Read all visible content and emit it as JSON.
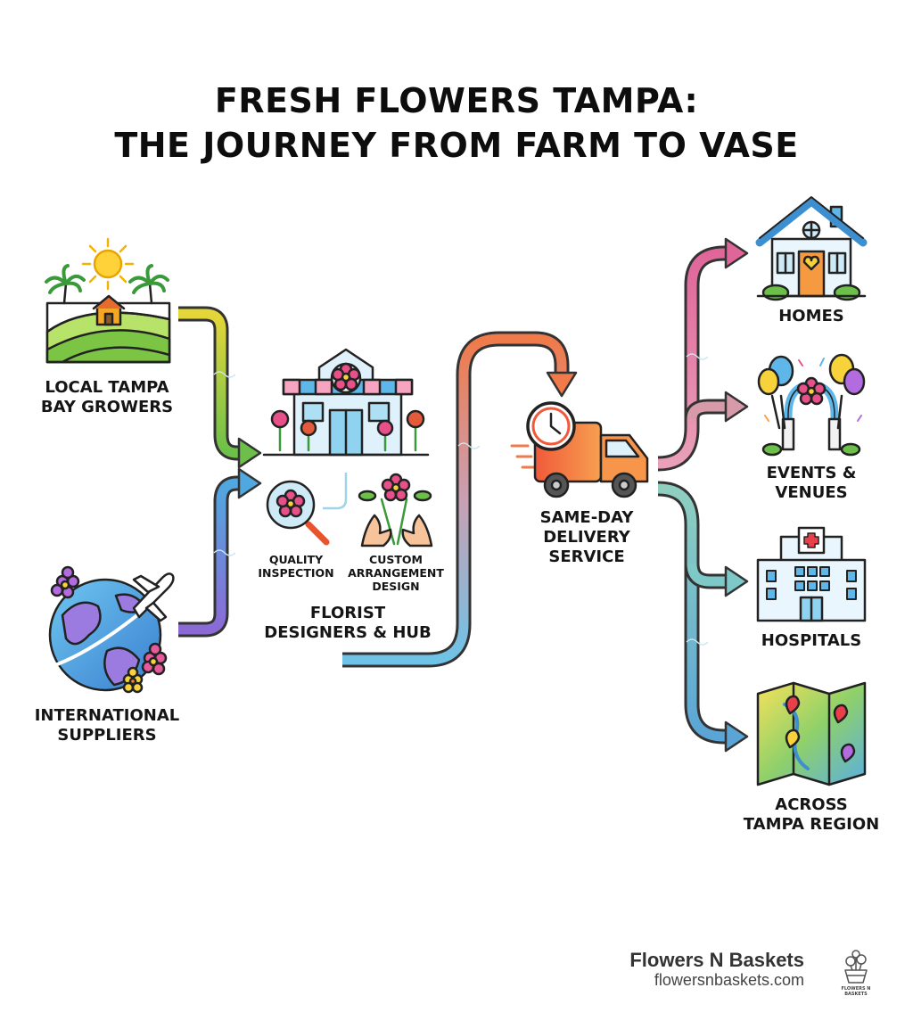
{
  "title": {
    "line1": "FRESH FLOWERS TAMPA:",
    "line2": "THE JOURNEY FROM FARM TO VASE"
  },
  "sources": {
    "local": {
      "line1": "LOCAL TAMPA",
      "line2": "BAY GROWERS",
      "icon": "farm-sun-palms-icon"
    },
    "international": {
      "line1": "INTERNATIONAL",
      "line2": "SUPPLIERS",
      "icon": "globe-airplane-icon"
    }
  },
  "hub": {
    "line1": "FLORIST",
    "line2": "DESIGNERS & HUB",
    "icon": "flower-shop-icon",
    "steps": [
      {
        "line1": "QUALITY",
        "line2": "INSPECTION",
        "icon": "magnifier-flower-icon"
      },
      {
        "line1": "CUSTOM",
        "line2": "ARRANGEMENT",
        "line3": "DESIGN",
        "icon": "hands-arranging-flowers-icon"
      }
    ]
  },
  "delivery": {
    "line1": "SAME-DAY",
    "line2": "DELIVERY",
    "line3": "SERVICE",
    "icon": "delivery-truck-clock-icon"
  },
  "destinations": [
    {
      "line1": "HOMES",
      "icon": "house-icon"
    },
    {
      "line1": "EVENTS &",
      "line2": "VENUES",
      "icon": "balloon-arch-icon"
    },
    {
      "line1": "HOSPITALS",
      "icon": "hospital-icon"
    },
    {
      "line1": "ACROSS",
      "line2": "TAMPA REGION",
      "icon": "map-pins-icon"
    }
  ],
  "brand": {
    "name": "Flowers N Baskets",
    "url": "flowersnbaskets.com",
    "logo_text": "FLOWERS N BASKETS"
  },
  "colors": {
    "local_flow": "#9ccf3a",
    "international_flow": "#7e6bd6",
    "hub_flow": "#6fc3e6",
    "delivery": "#f07a4a",
    "homes_flow": "#e0669a",
    "events_flow": "#d69aa8",
    "hospital_flow": "#7ec9c8",
    "region_flow": "#5aa5d6"
  }
}
